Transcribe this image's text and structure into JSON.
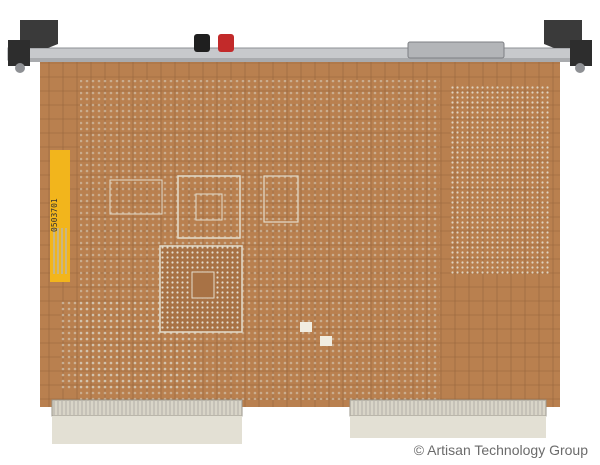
{
  "image": {
    "subject": "vme-circuit-board-rear-view",
    "colors": {
      "pcb": "#b9804f",
      "pcb_dark": "#9c6a40",
      "trace": "#5a3a22",
      "pad": "#d8d2c2",
      "metal": "#c7c9cc",
      "bracket": "#3a3a3a",
      "sticker": "#f2b51c",
      "connector_edge": "#e3e0d4"
    }
  },
  "sticker": {
    "serial": "0503701"
  },
  "watermark": {
    "text": "© Artisan Technology Group"
  }
}
